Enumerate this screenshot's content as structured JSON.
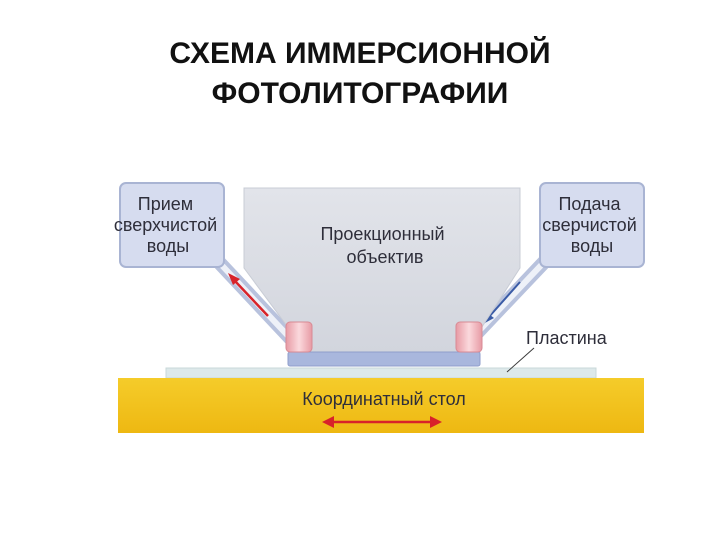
{
  "title": {
    "line1": "СХЕМА ИММЕРСИОННОЙ",
    "line2": "ФОТОЛИТОГРАФИИ"
  },
  "diagram": {
    "left_box": [
      "Прием",
      "сверхчистой",
      "воды"
    ],
    "right_box": [
      "Подача",
      "сверчистой",
      "воды"
    ],
    "lens": [
      "Проекционный",
      "объектив"
    ],
    "wafer_label": "Пластина",
    "stage_label": "Координатный стол"
  },
  "colors": {
    "box_fill": "#d6dcef",
    "box_border": "#a9b4d3",
    "lens_fill": "#dadde4",
    "stage_fill": "#f2c318",
    "arrow_red": "#d8232a",
    "nozzle_pink": "#f2b6bd"
  }
}
